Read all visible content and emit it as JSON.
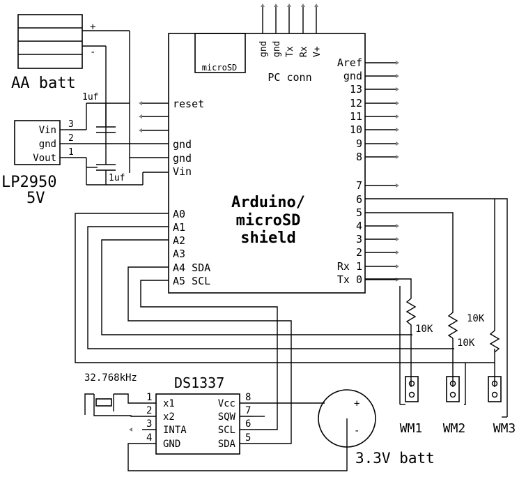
{
  "battery": {
    "label": "AA batt",
    "plus": "+",
    "minus": "-"
  },
  "regulator": {
    "name": "LP2950",
    "voltage": "5V",
    "pins": [
      {
        "label": "Vin",
        "num": "3"
      },
      {
        "label": "gnd",
        "num": "2"
      },
      {
        "label": "Vout",
        "num": "1"
      }
    ]
  },
  "capacitors": {
    "top": "1uf",
    "bottom": "1uf"
  },
  "arduino": {
    "title_line1": "Arduino/",
    "title_line2": "microSD",
    "title_line3": "shield",
    "microsd_label": "microSD",
    "pc_conn_label": "PC conn",
    "pc_pins": [
      "gnd",
      "gnd",
      "Tx",
      "Rx",
      "V+"
    ],
    "left_power_pins": [
      "reset",
      "gnd",
      "gnd",
      "Vin"
    ],
    "analog_pins": [
      "A0",
      "A1",
      "A2",
      "A3",
      "A4 SDA",
      "A5 SCL"
    ],
    "right_pins": [
      "Aref",
      "gnd",
      "13",
      "12",
      "11",
      "10",
      "9",
      "8",
      "7",
      "6",
      "5",
      "4",
      "3",
      "2",
      "Rx 1",
      "Tx 0"
    ]
  },
  "rtc": {
    "crystal": "32.768kHz",
    "name": "DS1337",
    "left_pins": [
      {
        "label": "x1",
        "num": "1"
      },
      {
        "label": "x2",
        "num": "2"
      },
      {
        "label": "INTA",
        "num": "3"
      },
      {
        "label": "GND",
        "num": "4"
      }
    ],
    "right_pins": [
      {
        "label": "Vcc",
        "num": "8"
      },
      {
        "label": "SQW",
        "num": "7"
      },
      {
        "label": "SCL",
        "num": "6"
      },
      {
        "label": "SDA",
        "num": "5"
      }
    ]
  },
  "coin_cell": {
    "label": "3.3V batt",
    "plus": "+",
    "minus": "-"
  },
  "resistors": [
    "10K",
    "10K",
    "10K"
  ],
  "sensors": [
    "WM1",
    "WM2",
    "WM3"
  ]
}
